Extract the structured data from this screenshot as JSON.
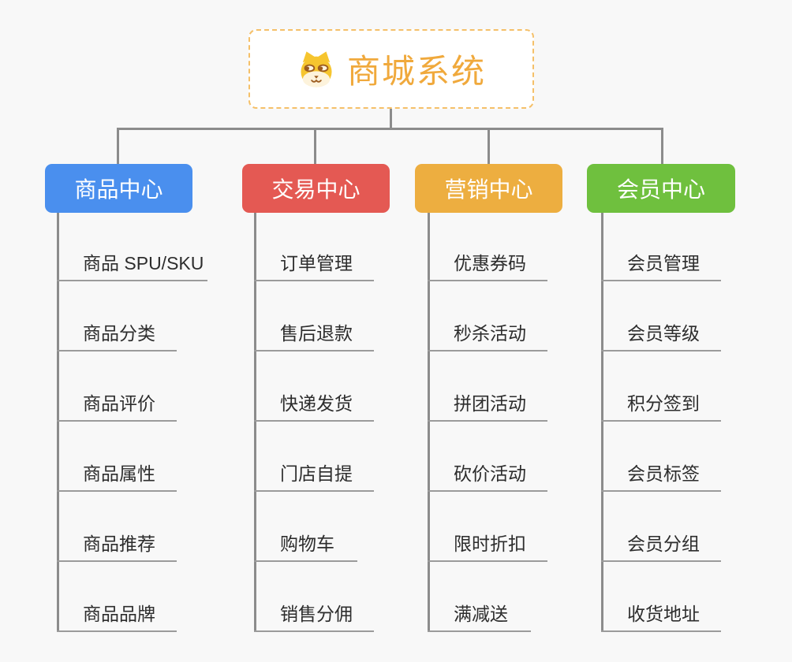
{
  "app": {
    "background": "#f8f8f8",
    "connector_color": "#8c8c8c",
    "underline_color": "#9b9b9b",
    "item_text_color": "#2d2d2d"
  },
  "root": {
    "title": "商城系统",
    "icon": "shiba-dog-icon",
    "text_color": "#f0a93c",
    "border_color": "#f5c069",
    "fill": "#ffffff"
  },
  "branches": [
    {
      "label": "商品中心",
      "color": "#4a8fee",
      "items": [
        "商品 SPU/SKU",
        "商品分类",
        "商品评价",
        "商品属性",
        "商品推荐",
        "商品品牌"
      ]
    },
    {
      "label": "交易中心",
      "color": "#e45953",
      "items": [
        "订单管理",
        "售后退款",
        "快递发货",
        "门店自提",
        "购物车",
        "销售分佣"
      ]
    },
    {
      "label": "营销中心",
      "color": "#edae40",
      "items": [
        "优惠券码",
        "秒杀活动",
        "拼团活动",
        "砍价活动",
        "限时折扣",
        "满减送"
      ]
    },
    {
      "label": "会员中心",
      "color": "#6fc03e",
      "items": [
        "会员管理",
        "会员等级",
        "积分签到",
        "会员标签",
        "会员分组",
        "收货地址"
      ]
    }
  ]
}
